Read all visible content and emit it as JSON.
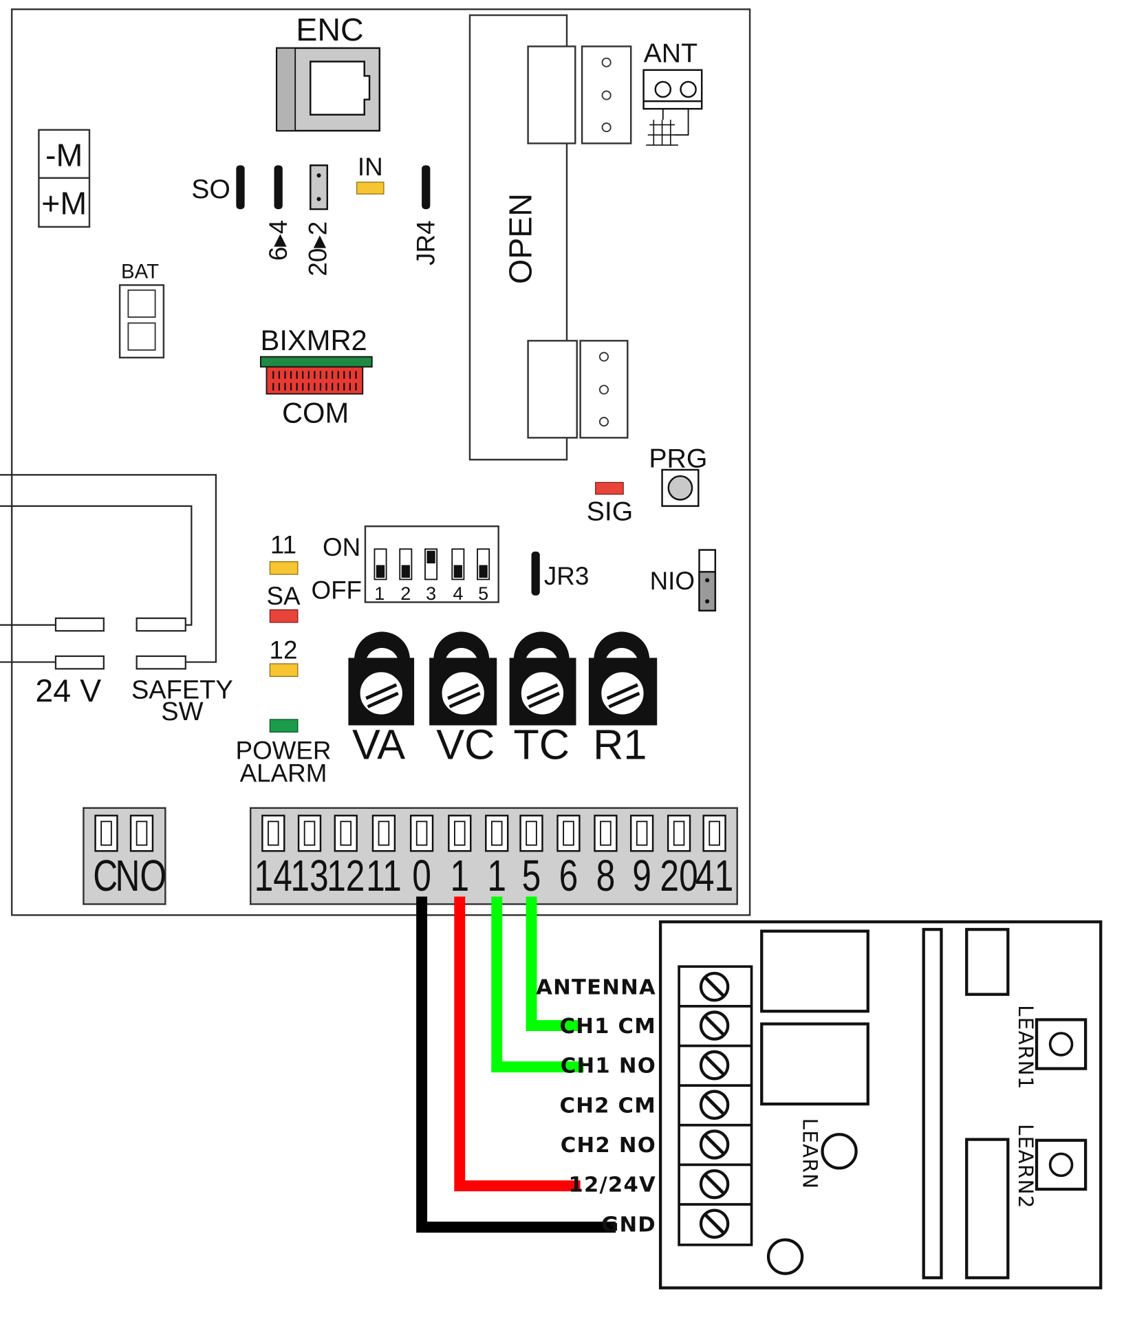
{
  "main_board": {
    "encoder_label": "ENC",
    "antenna_label": "ANT",
    "open_label": "OPEN",
    "motor_minus": "-M",
    "motor_plus": "+M",
    "battery_label": "BAT",
    "jumper_so": "SO",
    "jumper_6_4": "6▸4",
    "jumper_20_2": "20▸2",
    "input_led_label": "IN",
    "jumper_jr4": "JR4",
    "module_top_label": "BIXMR2",
    "module_bottom_label": "COM",
    "prg_label": "PRG",
    "sig_label": "SIG",
    "dip_on": "ON",
    "dip_off": "OFF",
    "dip_numbers": [
      "1",
      "2",
      "3",
      "4",
      "5"
    ],
    "jumper_jr3": "JR3",
    "nio_label": "NIO",
    "led_11": "11",
    "led_sa": "SA",
    "led_12": "12",
    "power_alarm_line1": "POWER",
    "power_alarm_line2": "ALARM",
    "supply_label": "24 V",
    "safety_line1": "SAFETY",
    "safety_line2": "SW",
    "pots": [
      "VA",
      "VC",
      "TC",
      "R1"
    ],
    "relay_terminals": [
      "C",
      "NO"
    ],
    "terminals": [
      "14",
      "13",
      "12",
      "11",
      "0",
      "1",
      "1",
      "5",
      "6",
      "8",
      "9",
      "20",
      "41"
    ]
  },
  "receiver": {
    "terminals": [
      "ANTENNA",
      "CH1 CM",
      "CH1 NO",
      "CH2 CM",
      "CH2 NO",
      "12/24V",
      "GND"
    ],
    "learn_label": "LEARN",
    "learn1_label": "LEARN1",
    "learn2_label": "LEARN2"
  },
  "colors": {
    "wire_gnd": "#000000",
    "wire_power": "#ff0000",
    "wire_ch1": "#00ff00",
    "led_yellow": "#f7c531",
    "led_red": "#e8443a",
    "led_green": "#1a9c4b",
    "module_red": "#e83a33",
    "module_green": "#1e8a44",
    "terminal_grey": "#cfcfcf"
  }
}
